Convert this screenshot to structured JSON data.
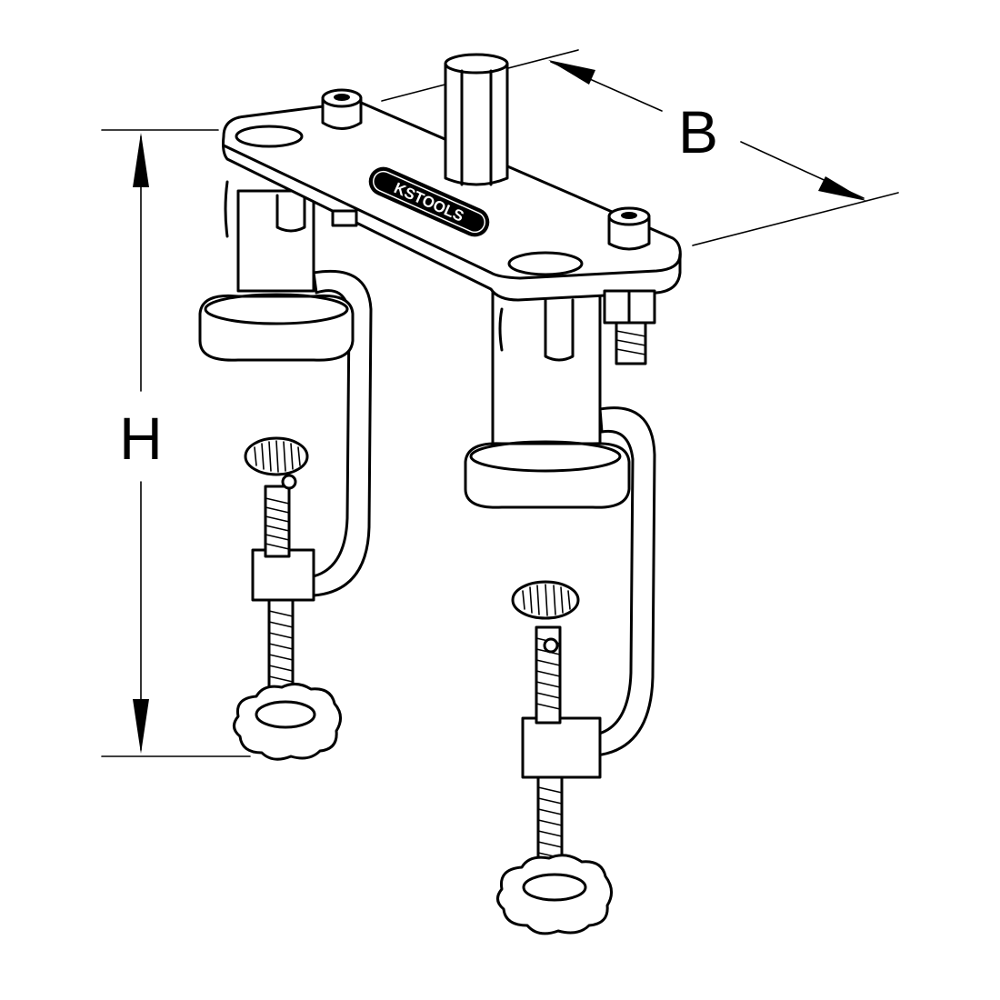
{
  "dimensions": {
    "height_label": "H",
    "width_label": "B"
  },
  "logo": {
    "text": "KSTOOLS"
  },
  "colors": {
    "line": "#000000",
    "background": "#ffffff"
  }
}
